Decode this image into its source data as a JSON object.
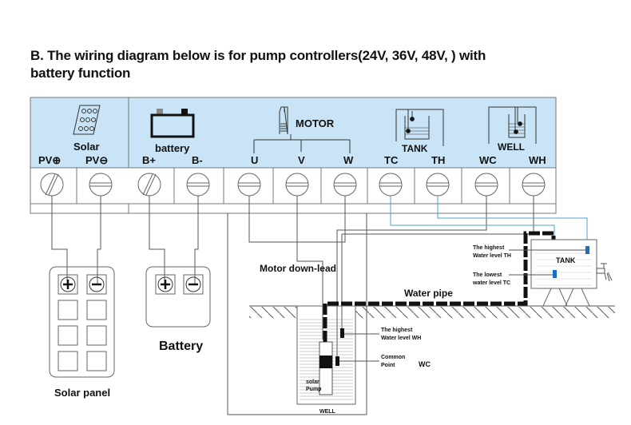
{
  "title": {
    "line1": "B. The wiring diagram below is for pump controllers(24V, 36V, 48V, ) with",
    "line2": "battery function"
  },
  "panel": {
    "solar_label": "Solar",
    "battery_label": "battery",
    "motor_label": "MOTOR",
    "tank_label": "TANK",
    "well_label": "WELL",
    "terminals": [
      "PV⊕",
      "PV⊖",
      "B+",
      "B-",
      "U",
      "V",
      "W",
      "TC",
      "TH",
      "WC",
      "WH"
    ]
  },
  "components": {
    "solar_panel_label": "Solar panel",
    "battery_label": "Battery",
    "motor_down_lead": "Motor down-lead",
    "water_pipe": "Water pipe",
    "tank_label": "TANK",
    "tank_high_line1": "The highest",
    "tank_high_line2": "Water level  TH",
    "tank_low_line1": "The lowest",
    "tank_low_line2": "water level  TC",
    "well_high_line1": "The highest",
    "well_high_line2": "Water level  WH",
    "common_line1": "Common",
    "common_line2": "Point",
    "wc_label": "WC",
    "pump_line1": "solar",
    "pump_line2": "Pump",
    "well_label": "WELL"
  },
  "colors": {
    "panel_bg": "#c8e4f6",
    "sensor_wire": "#4aa3c8",
    "sensor_block": "#1a6fc0"
  }
}
